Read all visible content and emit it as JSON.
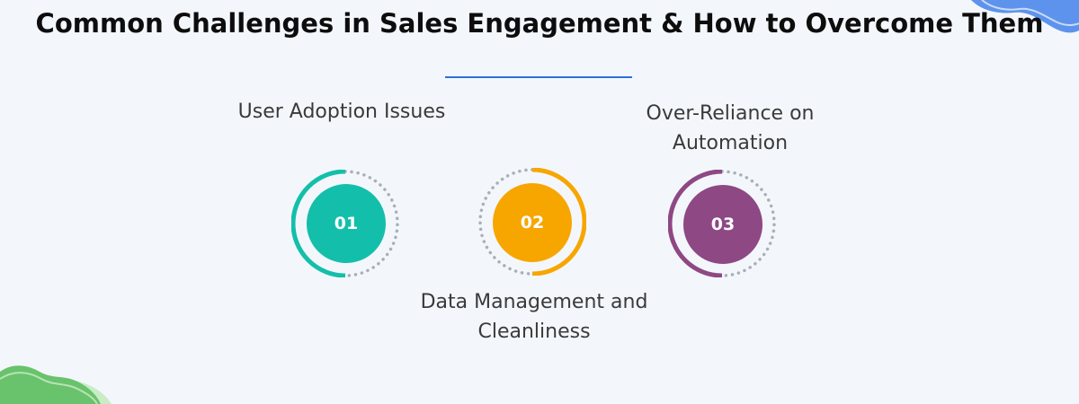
{
  "title": "Common Challenges in Sales Engagement & How to Overcome Them",
  "colors": {
    "background": "#f3f7fc",
    "step_1": "#13bfaa",
    "step_2": "#f7a600",
    "step_3": "#8e4883",
    "dotted_ring": "#a8b0b7",
    "underline": "#2f6fd6"
  },
  "steps": [
    {
      "number": "01",
      "label": "User Adoption Issues"
    },
    {
      "number": "02",
      "label": "Data Management and Cleanliness"
    },
    {
      "number": "03",
      "label": "Over-Reliance on Automation"
    }
  ]
}
